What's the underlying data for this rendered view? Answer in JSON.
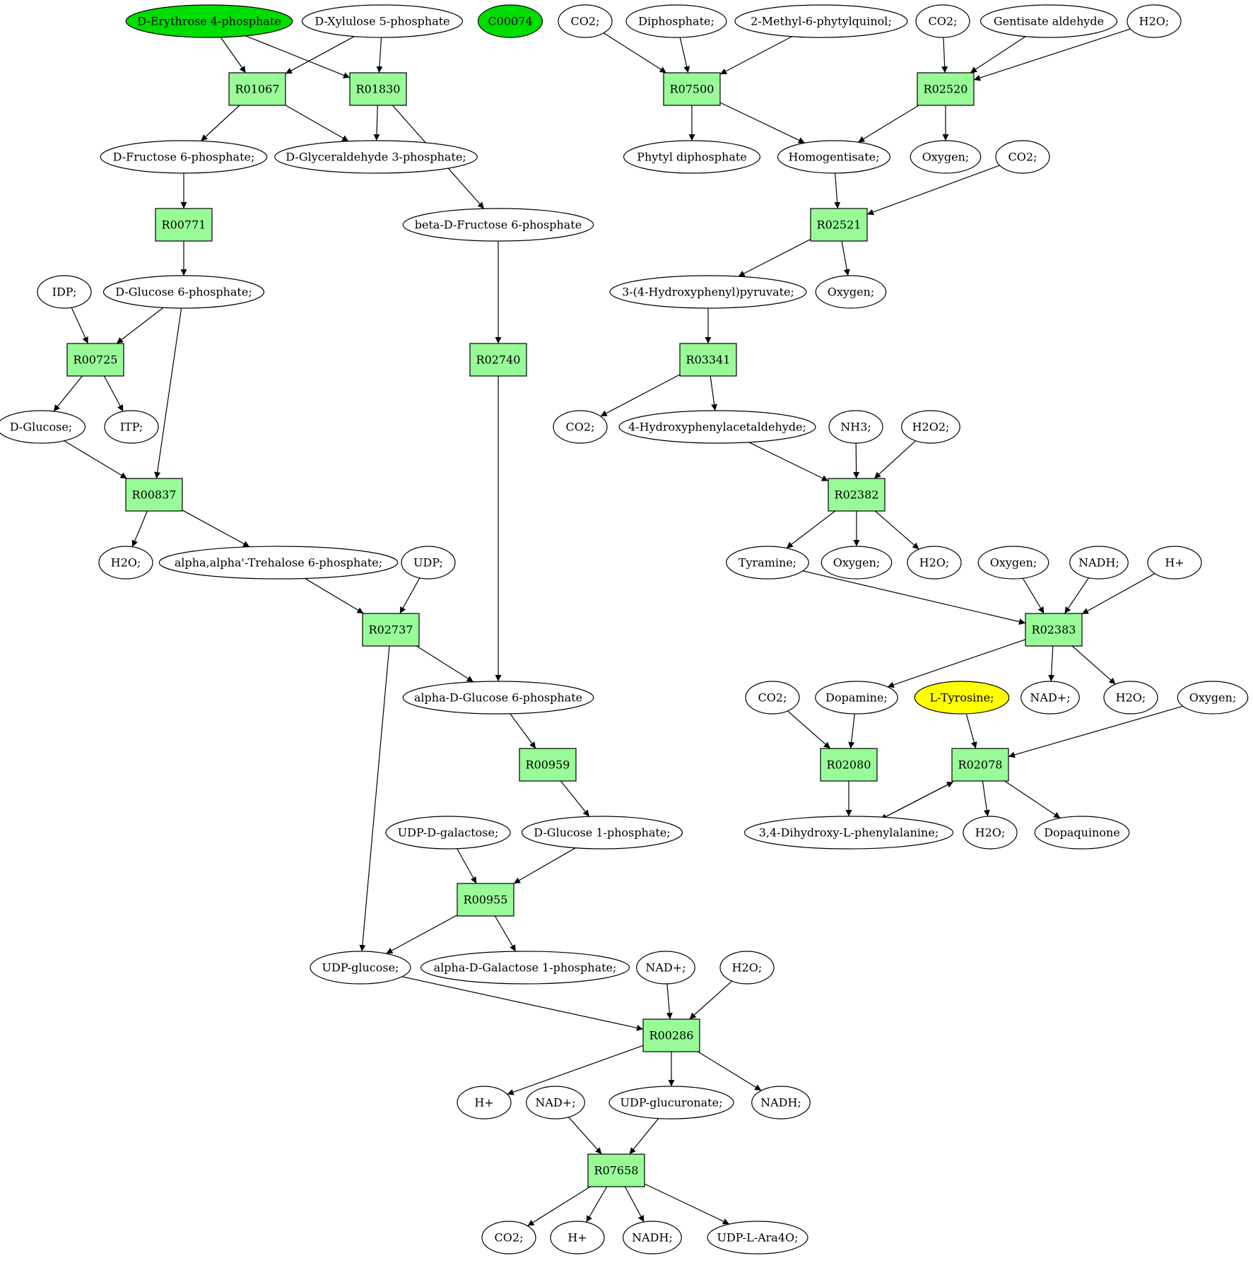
{
  "diagram": {
    "type": "metabolic-pathway-graph",
    "colors": {
      "reaction_fill": "#98fb98",
      "start_metabolite_fill": "#00dd00",
      "target_metabolite_fill": "#ffff00",
      "metabolite_fill": "#ffffff"
    },
    "reactions": [
      {
        "id": "r_R01067",
        "label": "R01067"
      },
      {
        "id": "r_R01830",
        "label": "R01830"
      },
      {
        "id": "r_R00771",
        "label": "R00771"
      },
      {
        "id": "r_R00725",
        "label": "R00725"
      },
      {
        "id": "r_R00837",
        "label": "R00837"
      },
      {
        "id": "r_R02740",
        "label": "R02740"
      },
      {
        "id": "r_R02737",
        "label": "R02737"
      },
      {
        "id": "r_R00959",
        "label": "R00959"
      },
      {
        "id": "r_R00955",
        "label": "R00955"
      },
      {
        "id": "r_R00286",
        "label": "R00286"
      },
      {
        "id": "r_R07658",
        "label": "R07658"
      },
      {
        "id": "r_R07500",
        "label": "R07500"
      },
      {
        "id": "r_R02520",
        "label": "R02520"
      },
      {
        "id": "r_R02521",
        "label": "R02521"
      },
      {
        "id": "r_R03341",
        "label": "R03341"
      },
      {
        "id": "r_R02382",
        "label": "R02382"
      },
      {
        "id": "r_R02383",
        "label": "R02383"
      },
      {
        "id": "r_R02080",
        "label": "R02080"
      },
      {
        "id": "r_R02078",
        "label": "R02078"
      }
    ],
    "metabolites": [
      {
        "id": "m_e4p",
        "label": "D-Erythrose 4-phosphate",
        "kind": "start"
      },
      {
        "id": "m_x5p",
        "label": "D-Xylulose 5-phosphate",
        "kind": "normal"
      },
      {
        "id": "m_c74",
        "label": "C00074",
        "kind": "start"
      },
      {
        "id": "m_f6p",
        "label": "D-Fructose 6-phosphate;",
        "kind": "normal"
      },
      {
        "id": "m_g3p",
        "label": "D-Glyceraldehyde 3-phosphate;",
        "kind": "normal"
      },
      {
        "id": "m_bf6p",
        "label": "beta-D-Fructose 6-phosphate",
        "kind": "normal"
      },
      {
        "id": "m_idp",
        "label": "IDP;",
        "kind": "normal"
      },
      {
        "id": "m_g6p",
        "label": "D-Glucose 6-phosphate;",
        "kind": "normal"
      },
      {
        "id": "m_glc",
        "label": "D-Glucose;",
        "kind": "normal"
      },
      {
        "id": "m_itp",
        "label": "ITP;",
        "kind": "normal"
      },
      {
        "id": "m_h2o_a",
        "label": "H2O;",
        "kind": "normal"
      },
      {
        "id": "m_tre6p",
        "label": "alpha,alpha'-Trehalose 6-phosphate;",
        "kind": "normal"
      },
      {
        "id": "m_udp",
        "label": "UDP;",
        "kind": "normal"
      },
      {
        "id": "m_ag6p",
        "label": "alpha-D-Glucose 6-phosphate",
        "kind": "normal"
      },
      {
        "id": "m_udpgal",
        "label": "UDP-D-galactose;",
        "kind": "normal"
      },
      {
        "id": "m_g1p",
        "label": "D-Glucose 1-phosphate;",
        "kind": "normal"
      },
      {
        "id": "m_udpglc",
        "label": "UDP-glucose;",
        "kind": "normal"
      },
      {
        "id": "m_gal1p",
        "label": "alpha-D-Galactose 1-phosphate;",
        "kind": "normal"
      },
      {
        "id": "m_nadp_a",
        "label": "NAD+;",
        "kind": "normal"
      },
      {
        "id": "m_h2o_b",
        "label": "H2O;",
        "kind": "normal"
      },
      {
        "id": "m_hp_a",
        "label": "H+",
        "kind": "normal"
      },
      {
        "id": "m_nadp_b",
        "label": "NAD+;",
        "kind": "normal"
      },
      {
        "id": "m_udpglcA",
        "label": "UDP-glucuronate;",
        "kind": "normal"
      },
      {
        "id": "m_nadh_a",
        "label": "NADH;",
        "kind": "normal"
      },
      {
        "id": "m_co2_a",
        "label": "CO2;",
        "kind": "normal"
      },
      {
        "id": "m_hp_b",
        "label": "H+",
        "kind": "normal"
      },
      {
        "id": "m_nadh_b",
        "label": "NADH;",
        "kind": "normal"
      },
      {
        "id": "m_udpara",
        "label": "UDP-L-Ara4O;",
        "kind": "normal"
      },
      {
        "id": "m_co2_b",
        "label": "CO2;",
        "kind": "normal"
      },
      {
        "id": "m_ppi",
        "label": "Diphosphate;",
        "kind": "normal"
      },
      {
        "id": "m_mpq",
        "label": "2-Methyl-6-phytylquinol;",
        "kind": "normal"
      },
      {
        "id": "m_co2_c",
        "label": "CO2;",
        "kind": "normal"
      },
      {
        "id": "m_gald",
        "label": "Gentisate aldehyde",
        "kind": "normal"
      },
      {
        "id": "m_h2o_c",
        "label": "H2O;",
        "kind": "normal"
      },
      {
        "id": "m_phytpp",
        "label": "Phytyl diphosphate",
        "kind": "normal"
      },
      {
        "id": "m_hga",
        "label": "Homogentisate;",
        "kind": "normal"
      },
      {
        "id": "m_o2_a",
        "label": "Oxygen;",
        "kind": "normal"
      },
      {
        "id": "m_co2_d",
        "label": "CO2;",
        "kind": "normal"
      },
      {
        "id": "m_hpp",
        "label": "3-(4-Hydroxyphenyl)pyruvate;",
        "kind": "normal"
      },
      {
        "id": "m_o2_b",
        "label": "Oxygen;",
        "kind": "normal"
      },
      {
        "id": "m_co2_e",
        "label": "CO2;",
        "kind": "normal"
      },
      {
        "id": "m_hpaa",
        "label": "4-Hydroxyphenylacetaldehyde;",
        "kind": "normal"
      },
      {
        "id": "m_nh3",
        "label": "NH3;",
        "kind": "normal"
      },
      {
        "id": "m_h2o2",
        "label": "H2O2;",
        "kind": "normal"
      },
      {
        "id": "m_tyra",
        "label": "Tyramine;",
        "kind": "normal"
      },
      {
        "id": "m_o2_c",
        "label": "Oxygen;",
        "kind": "normal"
      },
      {
        "id": "m_h2o_d",
        "label": "H2O;",
        "kind": "normal"
      },
      {
        "id": "m_o2_d",
        "label": "Oxygen;",
        "kind": "normal"
      },
      {
        "id": "m_nadh_c",
        "label": "NADH;",
        "kind": "normal"
      },
      {
        "id": "m_hp_c",
        "label": "H+",
        "kind": "normal"
      },
      {
        "id": "m_co2_f",
        "label": "CO2;",
        "kind": "normal"
      },
      {
        "id": "m_dopa",
        "label": "Dopamine;",
        "kind": "normal"
      },
      {
        "id": "m_tyr",
        "label": "L-Tyrosine;",
        "kind": "target"
      },
      {
        "id": "m_nadp_c",
        "label": "NAD+;",
        "kind": "normal"
      },
      {
        "id": "m_h2o_e",
        "label": "H2O;",
        "kind": "normal"
      },
      {
        "id": "m_o2_e",
        "label": "Oxygen;",
        "kind": "normal"
      },
      {
        "id": "m_ldopa",
        "label": "3,4-Dihydroxy-L-phenylalanine;",
        "kind": "normal"
      },
      {
        "id": "m_h2o_f",
        "label": "H2O;",
        "kind": "normal"
      },
      {
        "id": "m_dopaq",
        "label": "Dopaquinone",
        "kind": "normal"
      }
    ],
    "edges": [
      {
        "from": "m_e4p",
        "to": "r_R01067"
      },
      {
        "from": "m_e4p",
        "to": "r_R01830"
      },
      {
        "from": "m_x5p",
        "to": "r_R01067"
      },
      {
        "from": "m_x5p",
        "to": "r_R01830"
      },
      {
        "from": "r_R01067",
        "to": "m_f6p"
      },
      {
        "from": "r_R01067",
        "to": "m_g3p"
      },
      {
        "from": "r_R01830",
        "to": "m_g3p"
      },
      {
        "from": "r_R01830",
        "to": "m_bf6p"
      },
      {
        "from": "m_f6p",
        "to": "r_R00771"
      },
      {
        "from": "r_R00771",
        "to": "m_g6p"
      },
      {
        "from": "m_idp",
        "to": "r_R00725"
      },
      {
        "from": "m_g6p",
        "to": "r_R00725"
      },
      {
        "from": "m_g6p",
        "to": "r_R00837"
      },
      {
        "from": "r_R00725",
        "to": "m_glc"
      },
      {
        "from": "r_R00725",
        "to": "m_itp"
      },
      {
        "from": "m_glc",
        "to": "r_R00837"
      },
      {
        "from": "r_R00837",
        "to": "m_h2o_a"
      },
      {
        "from": "r_R00837",
        "to": "m_tre6p"
      },
      {
        "from": "m_bf6p",
        "to": "r_R02740"
      },
      {
        "from": "r_R02740",
        "to": "m_ag6p"
      },
      {
        "from": "m_tre6p",
        "to": "r_R02737"
      },
      {
        "from": "m_udp",
        "to": "r_R02737"
      },
      {
        "from": "r_R02737",
        "to": "m_ag6p"
      },
      {
        "from": "r_R02737",
        "to": "m_udpglc"
      },
      {
        "from": "m_ag6p",
        "to": "r_R00959"
      },
      {
        "from": "r_R00959",
        "to": "m_g1p"
      },
      {
        "from": "m_udpgal",
        "to": "r_R00955"
      },
      {
        "from": "m_g1p",
        "to": "r_R00955"
      },
      {
        "from": "r_R00955",
        "to": "m_udpglc"
      },
      {
        "from": "r_R00955",
        "to": "m_gal1p"
      },
      {
        "from": "m_udpglc",
        "to": "r_R00286"
      },
      {
        "from": "m_nadp_a",
        "to": "r_R00286"
      },
      {
        "from": "m_h2o_b",
        "to": "r_R00286"
      },
      {
        "from": "r_R00286",
        "to": "m_hp_a"
      },
      {
        "from": "r_R00286",
        "to": "m_udpglcA"
      },
      {
        "from": "r_R00286",
        "to": "m_nadh_a"
      },
      {
        "from": "m_nadp_b",
        "to": "r_R07658"
      },
      {
        "from": "m_udpglcA",
        "to": "r_R07658"
      },
      {
        "from": "r_R07658",
        "to": "m_co2_a"
      },
      {
        "from": "r_R07658",
        "to": "m_hp_b"
      },
      {
        "from": "r_R07658",
        "to": "m_nadh_b"
      },
      {
        "from": "r_R07658",
        "to": "m_udpara"
      },
      {
        "from": "m_co2_b",
        "to": "r_R07500"
      },
      {
        "from": "m_ppi",
        "to": "r_R07500"
      },
      {
        "from": "m_mpq",
        "to": "r_R07500"
      },
      {
        "from": "r_R07500",
        "to": "m_phytpp"
      },
      {
        "from": "r_R07500",
        "to": "m_hga"
      },
      {
        "from": "m_co2_c",
        "to": "r_R02520"
      },
      {
        "from": "m_gald",
        "to": "r_R02520"
      },
      {
        "from": "m_h2o_c",
        "to": "r_R02520"
      },
      {
        "from": "r_R02520",
        "to": "m_hga"
      },
      {
        "from": "r_R02520",
        "to": "m_o2_a"
      },
      {
        "from": "m_hga",
        "to": "r_R02521"
      },
      {
        "from": "m_co2_d",
        "to": "r_R02521"
      },
      {
        "from": "r_R02521",
        "to": "m_hpp"
      },
      {
        "from": "r_R02521",
        "to": "m_o2_b"
      },
      {
        "from": "m_hpp",
        "to": "r_R03341"
      },
      {
        "from": "r_R03341",
        "to": "m_co2_e"
      },
      {
        "from": "r_R03341",
        "to": "m_hpaa"
      },
      {
        "from": "m_hpaa",
        "to": "r_R02382"
      },
      {
        "from": "m_nh3",
        "to": "r_R02382"
      },
      {
        "from": "m_h2o2",
        "to": "r_R02382"
      },
      {
        "from": "r_R02382",
        "to": "m_tyra"
      },
      {
        "from": "r_R02382",
        "to": "m_o2_c"
      },
      {
        "from": "r_R02382",
        "to": "m_h2o_d"
      },
      {
        "from": "m_tyra",
        "to": "r_R02383"
      },
      {
        "from": "m_o2_d",
        "to": "r_R02383"
      },
      {
        "from": "m_nadh_c",
        "to": "r_R02383"
      },
      {
        "from": "m_hp_c",
        "to": "r_R02383"
      },
      {
        "from": "r_R02383",
        "to": "m_dopa"
      },
      {
        "from": "r_R02383",
        "to": "m_nadp_c"
      },
      {
        "from": "r_R02383",
        "to": "m_h2o_e"
      },
      {
        "from": "m_co2_f",
        "to": "r_R02080"
      },
      {
        "from": "m_dopa",
        "to": "r_R02080"
      },
      {
        "from": "r_R02080",
        "to": "m_ldopa"
      },
      {
        "from": "m_tyr",
        "to": "r_R02078"
      },
      {
        "from": "m_o2_e",
        "to": "r_R02078"
      },
      {
        "from": "m_ldopa",
        "to": "r_R02078"
      },
      {
        "from": "r_R02078",
        "to": "m_ldopa"
      },
      {
        "from": "r_R02078",
        "to": "m_h2o_f"
      },
      {
        "from": "r_R02078",
        "to": "m_dopaq"
      }
    ]
  }
}
